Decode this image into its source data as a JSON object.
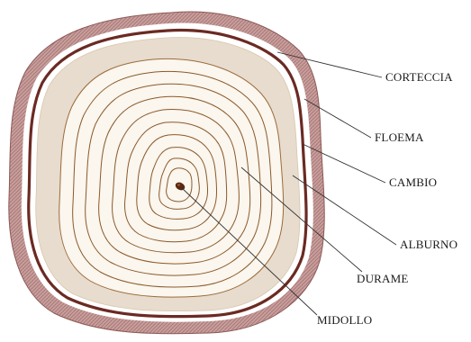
{
  "labels": {
    "bark": "CORTECCIA",
    "phloem": "FLOEMA",
    "cambium": "CAMBIO",
    "sapwood": "ALBURNO",
    "heartwood": "DURAME",
    "pith": "MIDOLLO"
  },
  "colors": {
    "bark_fill": "#c49a98",
    "bark_texture": "#9e6e6c",
    "phloem": "#ffffff",
    "cambium": "#6b2a22",
    "sapwood": "#e7dccd",
    "heartwood": "#fbf6ee",
    "growth_ring": "#8a5a2b",
    "pith": "#5a2812"
  }
}
